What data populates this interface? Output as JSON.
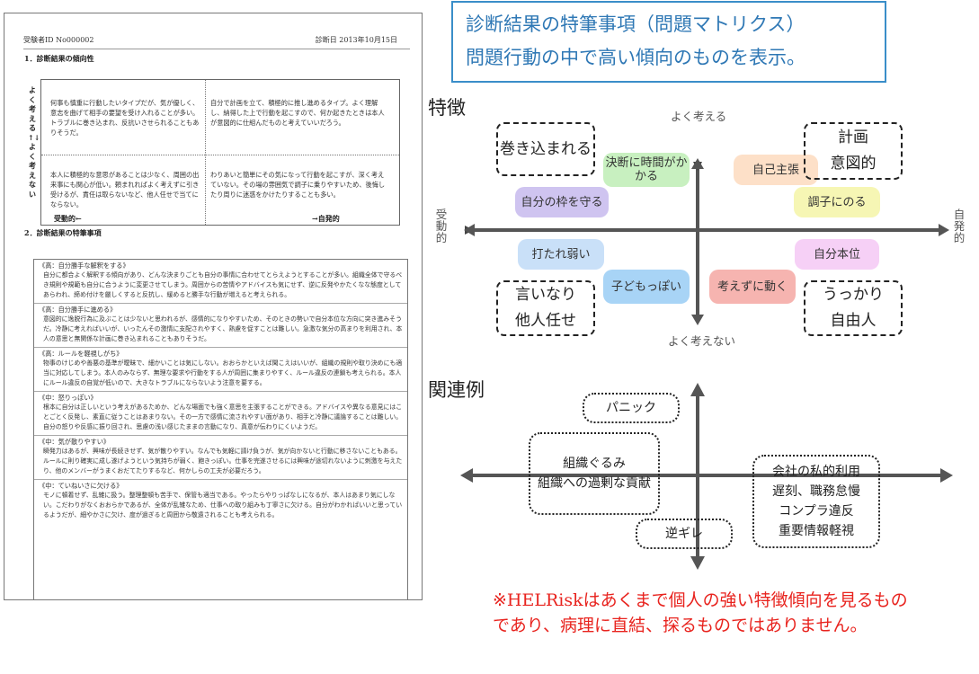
{
  "report": {
    "examinee_id": "受験者ID No000002",
    "exam_date": "診断日 2013年10月15日",
    "section1_title": "1．診断結果の傾向性",
    "vertical_label": "よく考える↑↓よく考えない",
    "x_left": "受動的←",
    "x_right": "→自発的",
    "cells": {
      "top_left": "何事も慎重に行動したいタイプだが、気が優しく、意志を曲げて相手の要望を受け入れることが多い。トラブルに巻き込まれ、反抗いさせられることもありそうだ。",
      "top_right": "自分で計画を立て、積極的に推し進めるタイプ。よく理解し、納得した上で行動を起こすので、何か起きたときは本人が意図的に仕組んだものと考えていいだろう。",
      "bottom_left": "本人に積極的な意思があることは少なく、周囲の出来事にも関心が低い。頼まれればよく考えずに引き受けるが、責任は取らないなど、他人任せで当てにならない。",
      "bottom_right": "わりあいと簡単にその気になって行動を起こすが、深く考えていない。その場の雰囲気で調子に乗りやすいため、後悔したり周りに迷惑をかけたりすることも多い。"
    },
    "section2_title": "2．診断結果の特筆事項",
    "items": [
      {
        "title": "《高：自分勝手な解釈をする》",
        "body": "自分に都合よく解釈する傾向があり、どんな決まりごとも自分の事情に合わせてとらえようとすることが多い。組織全体で守るべき規則や規範も自分に合うように変更させてしまう。周囲からの苦情やアドバイスも気にせず、逆に反発やかたくなな態度としてあらわれ、締め付けを厳しくすると反抗し、緩めると勝手な行動が増えると考えられる。"
      },
      {
        "title": "《高：自分勝手に進める》",
        "body": "意図的に逸脱行為に及ぶことは少ないと思われるが、感情的になりやすいため、そのときの勢いで自分本位な方向に突き進みそうだ。冷静に考えればいいが、いったんその激情に支配されやすく、熟慮を促すことは難しい。急激な気分の高まりを利用され、本人の意思と無関係な計画に巻き込まれることもありそうだ。"
      },
      {
        "title": "《高：ルールを軽視しがち》",
        "body": "物事のけじめや善悪の基準が曖昧で、細かいことは気にしない。おおらかといえば聞こえはいいが、組織の規則や取り決めにも適当に対応してしまう。本人のみならず、無理な要求や行動をする人が周囲に集まりやすく、ルール違反の連鎖も考えられる。本人にルール違反の自覚が低いので、大きなトラブルにならないよう注意を要する。"
      },
      {
        "title": "《中：怒りっぽい》",
        "body": "根本に自分は正しいという考えがあるためか、どんな場面でも強く意思を主張することができる。アドバイスや異なる意見にはことごとく反発し、素直に従うことはあまりない。その一方で感情に流されやすい面があり、相手と冷静に議論することは難しい。自分の怒りや反感に振り回され、思慮の浅い感じたままの言動になり、真意が伝わりにくいようだ。"
      },
      {
        "title": "《中：気が散りやすい》",
        "body": "瞬発力はあるが、興味が長続きせず、気が散りやすい。なんでも気軽に請け負うが、気が向かないと行動に移さないこともある。ルールに則り確実に成し遂げようという気持ちが弱く、飽きっぽい。仕事を完遂させるには興味が途切れないように刺激を与えたり、他のメンバーがうまくおだてたりするなど、何かしらの工夫が必要だろう。"
      },
      {
        "title": "《中：ていねいさに欠ける》",
        "body": "モノに頓着せず、乱雑に扱う。整理整頓も苦手で、保管も適当である。やったらやりっぱなしになるが、本人はあまり気にしない。こだわりがなくおおらかであるが、全体が乱雑なため、仕事への取り組みも丁寧さに欠ける。自分がわかればいいと思っているようだが、細やかさに欠け、度が過ぎると周囲から敬遠されることも考えられる。"
      }
    ]
  },
  "header_note": {
    "line1": "診断結果の特筆事項（問題マトリクス）",
    "line2": "問題行動の中で高い傾向のものを表示。"
  },
  "features": {
    "title": "特徴",
    "top": "よく考える",
    "bottom": "よく考えない",
    "left": "受動的",
    "right": "自発的",
    "pills": [
      {
        "label": "決断に時間がかかる",
        "color": "#c8f0c0"
      },
      {
        "label": "自己主張",
        "color": "#fde0c8"
      },
      {
        "label": "自分の枠を守る",
        "color": "#cfc4f0"
      },
      {
        "label": "調子にのる",
        "color": "#f6f6b4"
      },
      {
        "label": "打たれ弱い",
        "color": "#c9e0f8"
      },
      {
        "label": "自分本位",
        "color": "#f6d0f6"
      },
      {
        "label": "子どもっぽい",
        "color": "#a8d4f6"
      },
      {
        "label": "考えずに動く",
        "color": "#f6b4b0"
      }
    ],
    "corners": {
      "top_left": "巻き込まれる",
      "top_right_1": "計画",
      "top_right_2": "意図的",
      "bottom_left_1": "言いなり",
      "bottom_left_2": "他人任せ",
      "bottom_right_1": "うっかり",
      "bottom_right_2": "自由人"
    }
  },
  "related": {
    "title": "関連例",
    "panic": "パニック",
    "org_1": "組織ぐるみ",
    "org_2": "組織への過剰な貢献",
    "company_1": "会社の私的利用",
    "company_2": "遅刻、職務怠慢",
    "company_3": "コンプラ違反",
    "company_4": "重要情報軽視",
    "rage": "逆ギレ"
  },
  "disclaimer": "※HELRiskはあくまで個人の強い特徴傾向を見るものであり、病理に直結、探るものではありません。"
}
